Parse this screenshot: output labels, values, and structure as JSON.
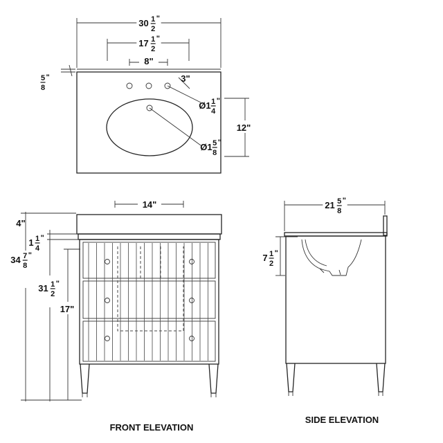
{
  "titles": {
    "front": "FRONT ELEVATION",
    "side": "SIDE ELEVATION"
  },
  "plan": {
    "overall_width": {
      "whole": "30",
      "num": "1",
      "den": "2",
      "unit": "\""
    },
    "faucet_spread": {
      "whole": "17",
      "num": "1",
      "den": "2",
      "unit": "\""
    },
    "hole_spacing": "8\"",
    "top_thickness": {
      "whole": "",
      "num": "5",
      "den": "8",
      "unit": "\""
    },
    "hole_offset": "3\"",
    "hole_diameter": {
      "prefix": "Ø",
      "whole": "1",
      "num": "1",
      "den": "4",
      "unit": "\""
    },
    "drain_diameter": {
      "prefix": "Ø",
      "whole": "1",
      "num": "5",
      "den": "8",
      "unit": "\""
    },
    "depth": "12\""
  },
  "front": {
    "basin_width": "14\"",
    "top_height": "4\"",
    "counter_thickness": {
      "whole": "1",
      "num": "1",
      "den": "4",
      "unit": "\""
    },
    "overall_height": {
      "whole": "34",
      "num": "7",
      "den": "8",
      "unit": "\""
    },
    "cabinet_height": {
      "whole": "31",
      "num": "1",
      "den": "2",
      "unit": "\""
    },
    "drawer_height": "17\""
  },
  "side": {
    "depth": {
      "whole": "21",
      "num": "5",
      "den": "8",
      "unit": "\""
    },
    "basin_depth": {
      "whole": "7",
      "num": "1",
      "den": "2",
      "unit": "\""
    }
  }
}
